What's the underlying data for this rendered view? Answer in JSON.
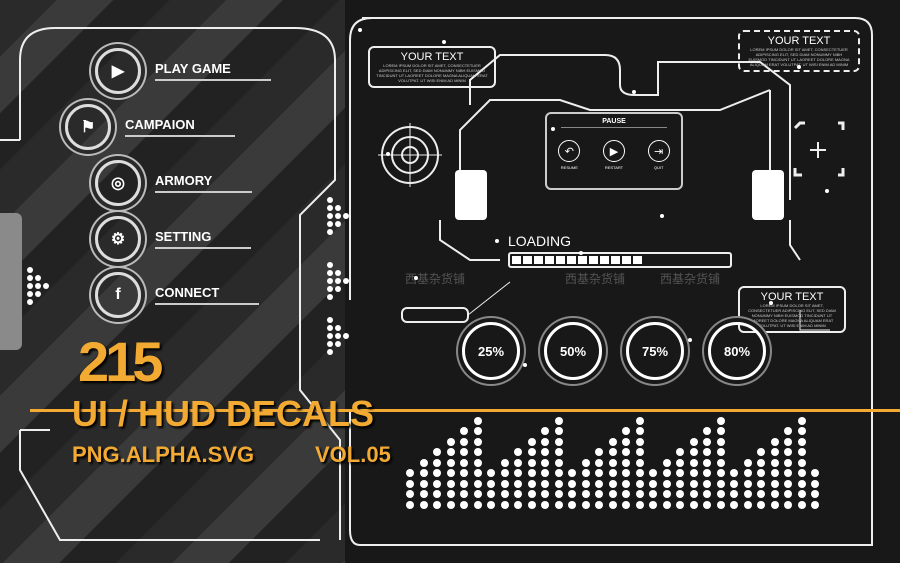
{
  "menu": [
    {
      "label": "PLAY GAME",
      "icon": "play-icon",
      "glyph": "▶"
    },
    {
      "label": "CAMPAION",
      "icon": "flag-icon",
      "glyph": "⚑"
    },
    {
      "label": "ARMORY",
      "icon": "target-icon",
      "glyph": "◎"
    },
    {
      "label": "SETTING",
      "icon": "gear-icon",
      "glyph": "⚙"
    },
    {
      "label": "CONNECT",
      "icon": "facebook-icon",
      "glyph": "f"
    }
  ],
  "callouts": [
    {
      "title": "YOUR TEXT",
      "body": "LOREM IPSUM DOLOR SIT AMET, CONSECTETUER ADIPISCING ELIT, SED DIAM NONUMMY NIBH EUISMOD TINCIDUNT UT LAOREET DOLORE MAGNA ALIQUAM ERAT VOLUTPAT. UT WISI ENIM AD MINIM"
    },
    {
      "title": "YOUR TEXT",
      "body": "LOREM IPSUM DOLOR SIT AMET, CONSECTETUER ADIPISCING ELIT, SED DIAM NONUMMY NIBH EUISMOD TINCIDUNT UT LAOREET DOLORE MAGNA ALIQUAM ERAT VOLUTPAT. UT WISI ENIM AD MINIM"
    },
    {
      "title": "YOUR TEXT",
      "body": "LOREM IPSUM DOLOR SIT AMET, CONSECTETUER ADIPISCING ELIT, SED DIAM NONUMMY NIBH EUISMOD TINCIDUNT UT LAOREET DOLORE MAGNA ALIQUAM ERAT VOLUTPAT. UT WISI ENIM AD MINIM"
    }
  ],
  "pause": {
    "title": "PAUSE",
    "buttons": [
      {
        "label": "RESUME",
        "glyph": "↶"
      },
      {
        "label": "RESTART",
        "glyph": "▶"
      },
      {
        "label": "QUIT",
        "glyph": "⇥"
      }
    ]
  },
  "loading": {
    "label": "LOADING",
    "segments_filled": 12,
    "segments_total": 12
  },
  "percents": [
    "25%",
    "50%",
    "75%",
    "80%"
  ],
  "title": {
    "number": "215",
    "line1": "UI / HUD DECALS",
    "line2": "PNG.ALPHA.SVG",
    "volume": "VOL.05"
  },
  "watermark": "西基杂货铺",
  "colors": {
    "accent": "#f2aa33",
    "background": "#181818"
  }
}
